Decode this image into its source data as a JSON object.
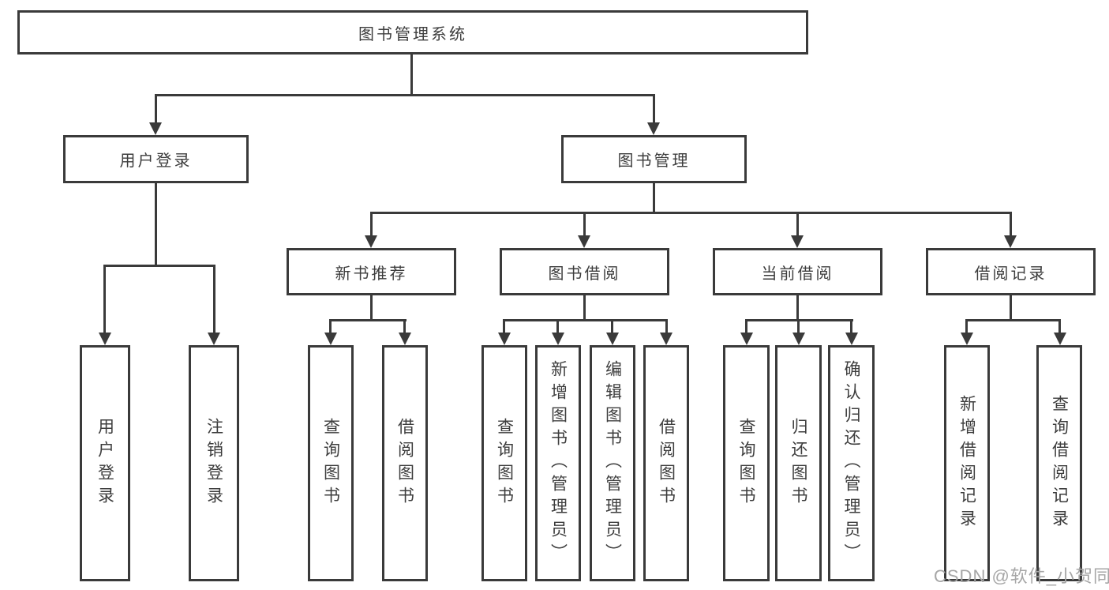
{
  "diagram": {
    "root": {
      "label": "图书管理系统"
    },
    "user_login": {
      "label": "用户登录",
      "children": [
        {
          "label": "用户登录"
        },
        {
          "label": "注销登录"
        }
      ]
    },
    "book_mgmt": {
      "label": "图书管理",
      "groups": [
        {
          "label": "新书推荐",
          "children": [
            {
              "label": "查询图书"
            },
            {
              "label": "借阅图书"
            }
          ]
        },
        {
          "label": "图书借阅",
          "children": [
            {
              "label": "查询图书"
            },
            {
              "label": "新增图书（管理员）"
            },
            {
              "label": "编辑图书（管理员）"
            },
            {
              "label": "借阅图书"
            }
          ]
        },
        {
          "label": "当前借阅",
          "children": [
            {
              "label": "查询图书"
            },
            {
              "label": "归还图书"
            },
            {
              "label": "确认归还（管理员）"
            }
          ]
        },
        {
          "label": "借阅记录",
          "children": [
            {
              "label": "新增借阅记录"
            },
            {
              "label": "查询借阅记录"
            }
          ]
        }
      ]
    },
    "watermark": "CSDN @软件_小贺同学",
    "colors": {
      "line": "#3a3a3a",
      "text": "#3d3d3d",
      "watermark": "#a6a6a6",
      "background": "#ffffff"
    }
  }
}
